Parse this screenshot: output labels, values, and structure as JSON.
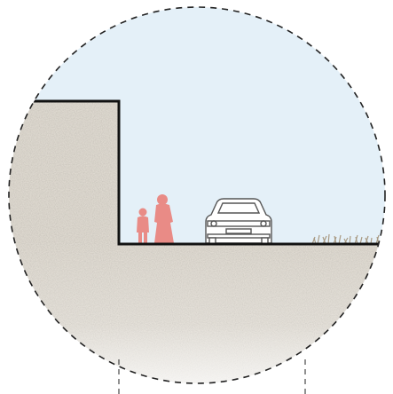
{
  "scene": {
    "figures": [
      {
        "name": "child",
        "color": "#e98b86"
      },
      {
        "name": "woman-in-dress",
        "color": "#e98b86"
      }
    ],
    "colors": {
      "sky": "#e4f0f8",
      "ground": "#ddd8cf",
      "ground_speckle": "#b9b2a6",
      "outline": "#111111",
      "dashed_circle": "#222222",
      "person": "#e98b86",
      "car_stroke": "#555555",
      "grass": "#a99a83"
    },
    "elements": [
      "dashed-circle-frame",
      "raised-ground-block",
      "ground-line",
      "car-outline-icon",
      "child-figure",
      "woman-figure",
      "grass-tuft"
    ]
  }
}
